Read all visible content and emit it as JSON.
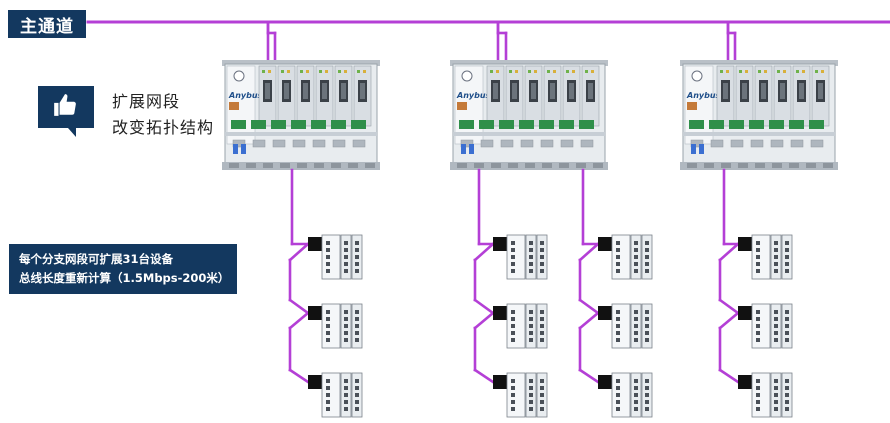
{
  "trunk": {
    "label": "主通道",
    "line_color": "#b43fd6"
  },
  "callout": {
    "line1": "扩展网段",
    "line2": "改变拓扑结构",
    "icon": "thumbs-up-icon"
  },
  "info": {
    "line1": "每个分支网段可扩展31台设备",
    "line2": "总线长度重新计算（1.5Mbps-200米）"
  },
  "repeater": {
    "brand": "Anybus"
  },
  "colors": {
    "accent": "#13385f",
    "line": "#b43fd6"
  }
}
